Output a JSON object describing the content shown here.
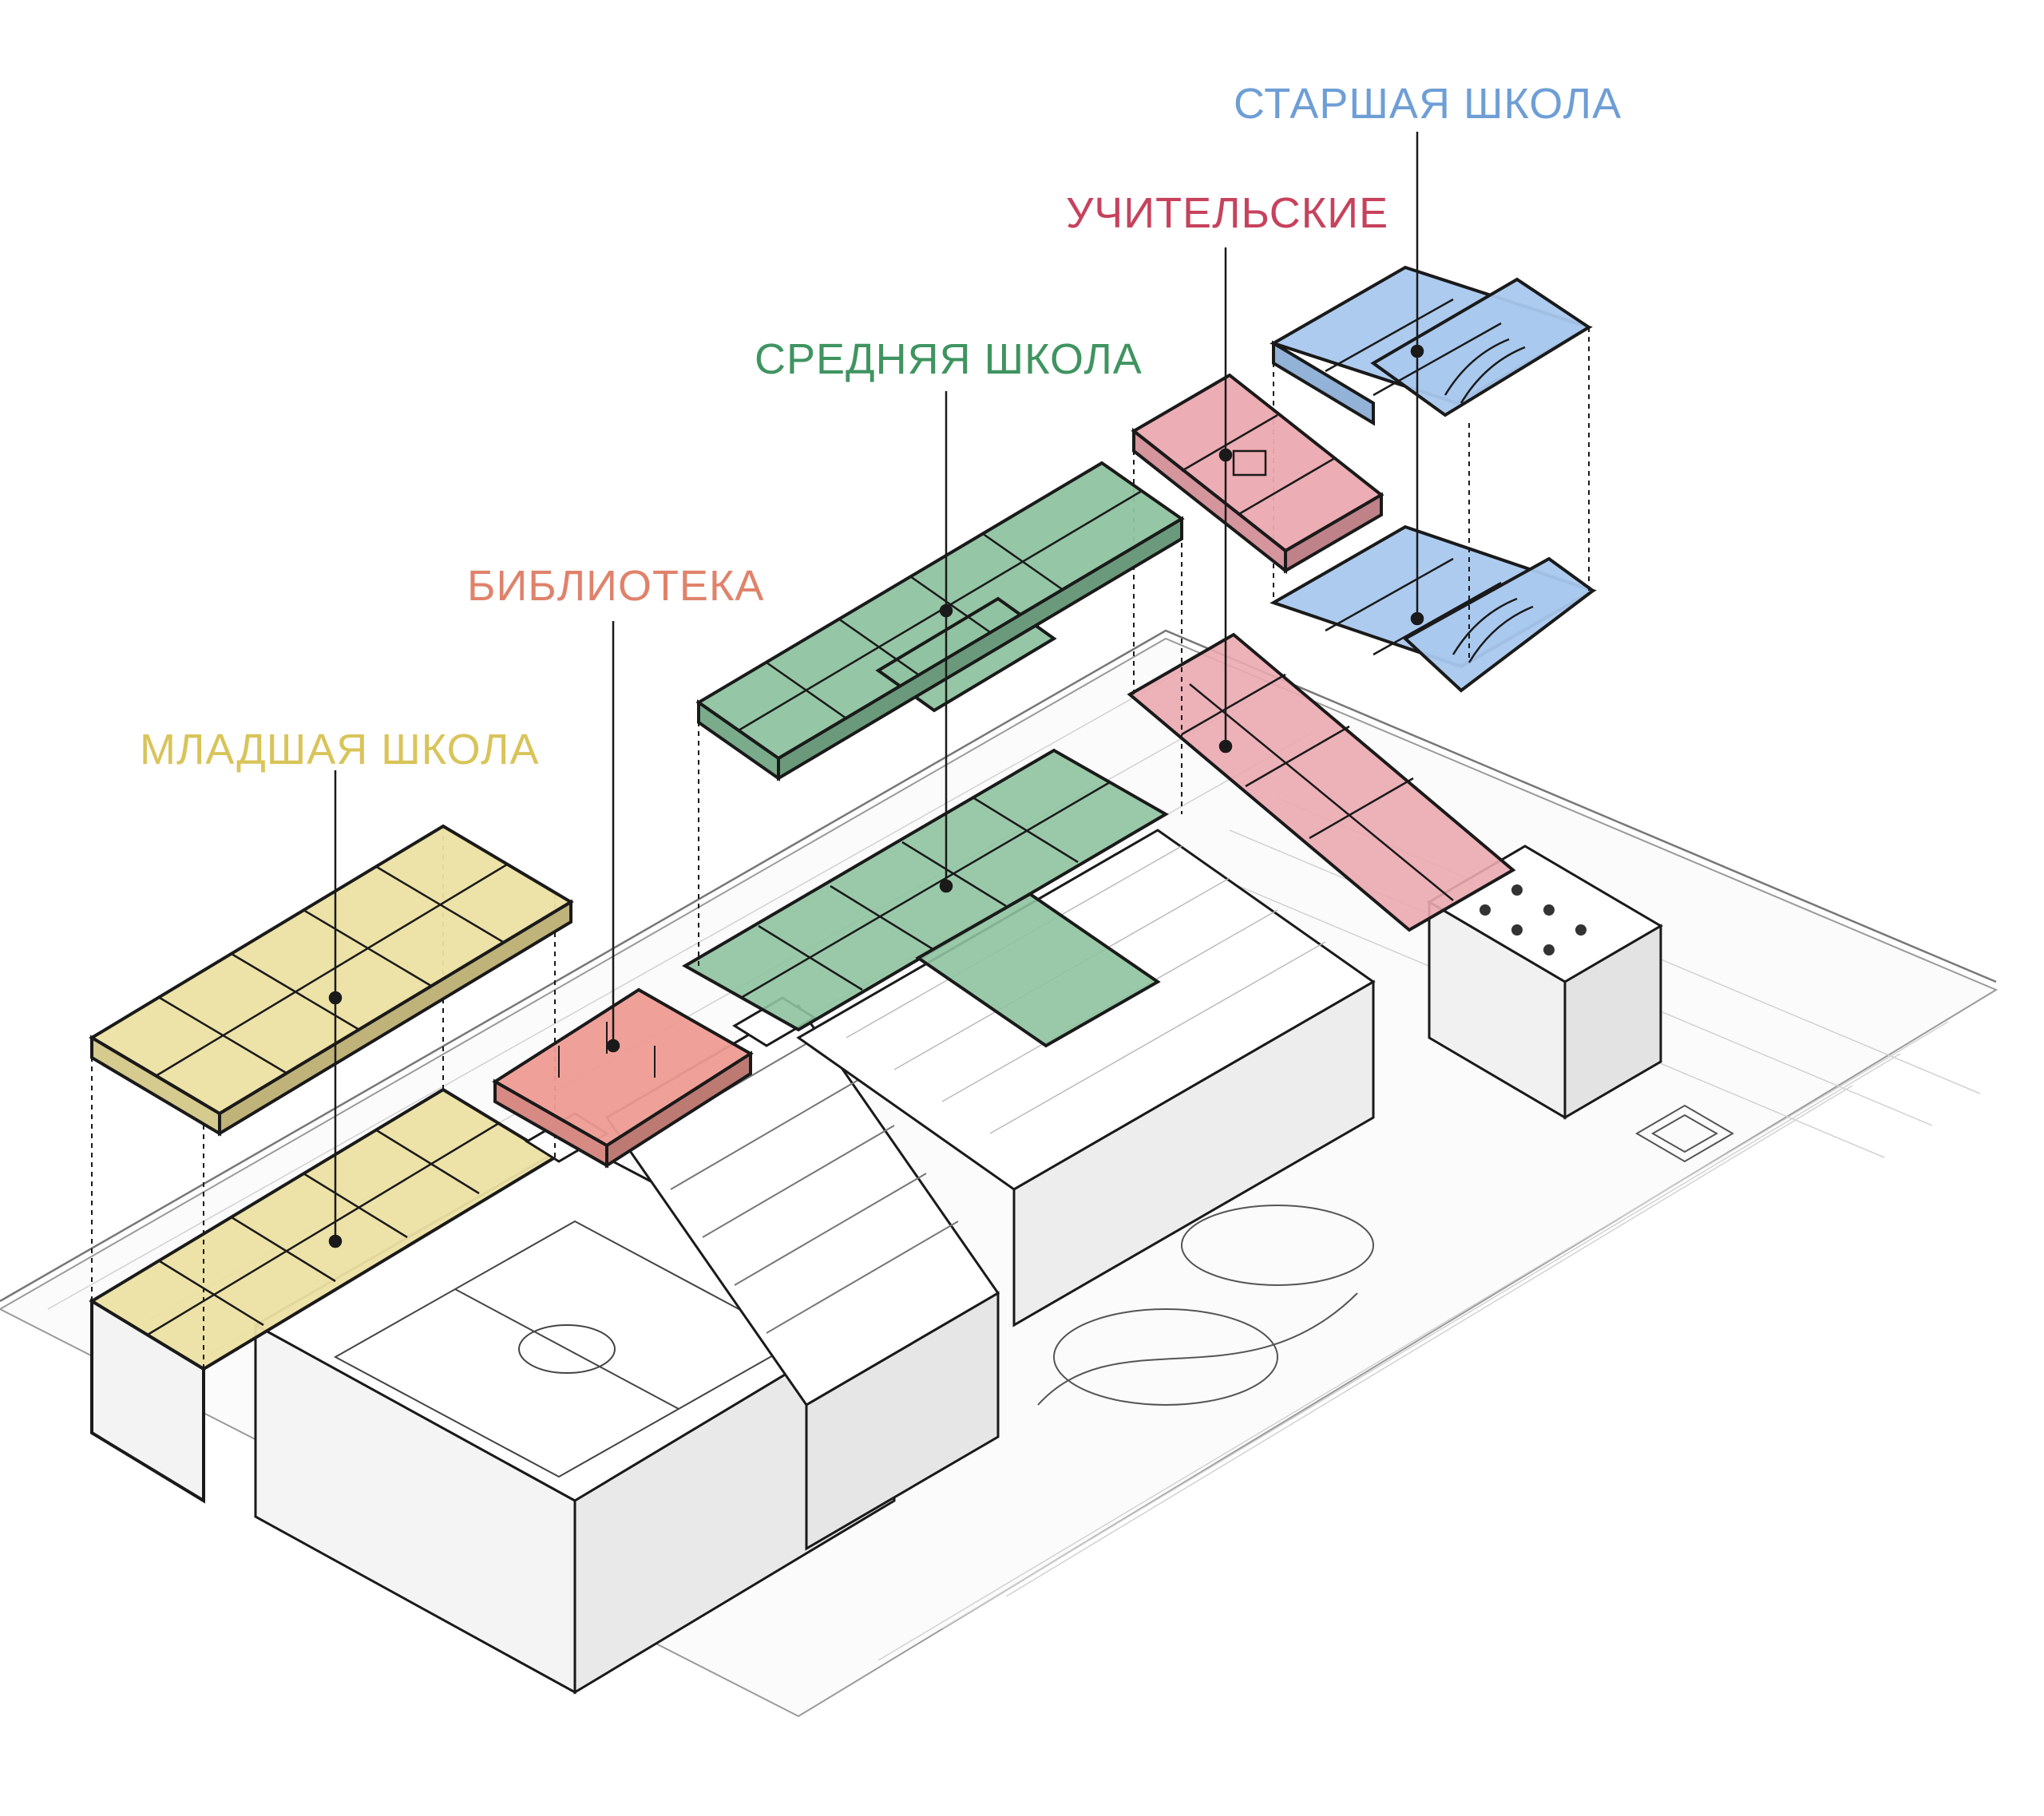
{
  "labels": {
    "senior": "СТАРШАЯ ШКОЛА",
    "teachers": "УЧИТЕЛЬСКИЕ",
    "middle": "СРЕДНЯЯ ШКОЛА",
    "library": "БИБЛИОТЕКА",
    "junior": "МЛАДШАЯ ШКОЛА"
  },
  "colors": {
    "senior": "#6e9ed6",
    "teachers": "#c7425c",
    "middle": "#3f9460",
    "library": "#e0826b",
    "junior": "#d9c45a",
    "line": "#1a1a1a",
    "thin_line": "#9a9a9a"
  },
  "fills": {
    "senior": "#a9c8ee",
    "teachers": "#eba9b0",
    "middle": "#8fc3a0",
    "library": "#ee9c94",
    "junior": "#ece0a2"
  }
}
